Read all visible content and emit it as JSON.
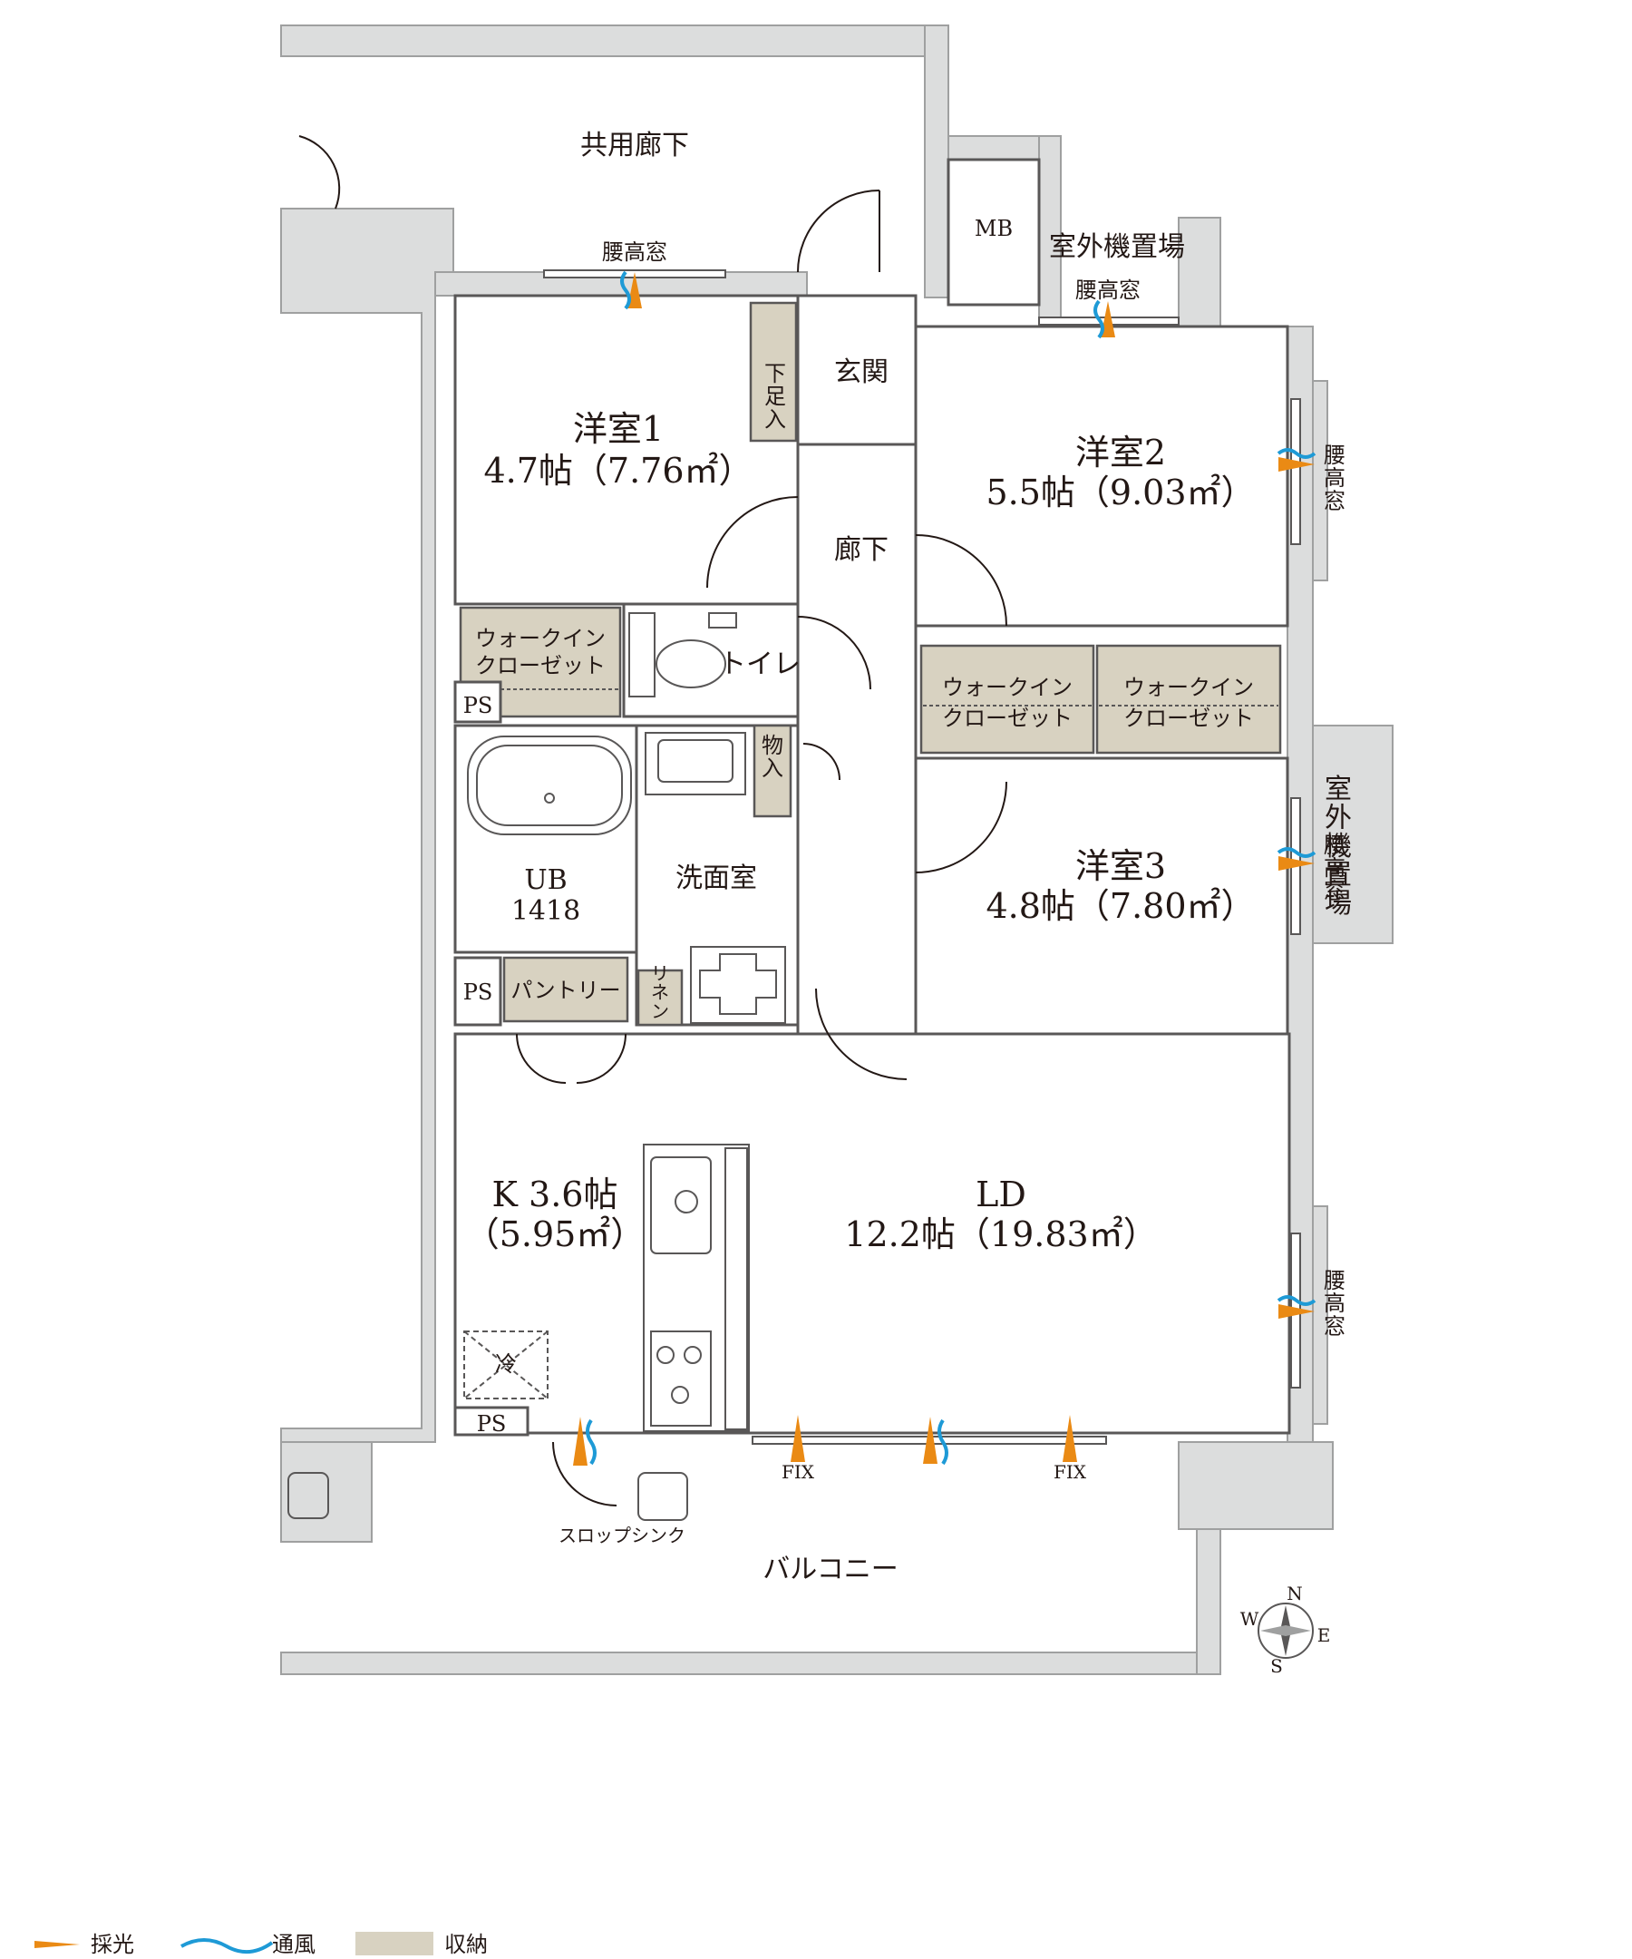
{
  "rooms": {
    "kyoyo_roka": "共用廊下",
    "mb": "MB",
    "shitsugaiki_top": "室外機置場",
    "genkan": "玄関",
    "geta": "下足入",
    "roka": "廊下",
    "yoshitsu1_name": "洋室1",
    "yoshitsu1_size": "4.7帖（7.76㎡）",
    "yoshitsu2_name": "洋室2",
    "yoshitsu2_size": "5.5帖（9.03㎡）",
    "yoshitsu3_name": "洋室3",
    "yoshitsu3_size": "4.8帖（7.80㎡）",
    "wic_line1": "ウォークイン",
    "wic_line2": "クローゼット",
    "toilet": "トイレ",
    "ps": "PS",
    "ub_line1": "UB",
    "ub_line2": "1418",
    "senmen": "洗面室",
    "monoire": "物入",
    "pantry": "パントリー",
    "linen": "リネン",
    "k_name": "K 3.6帖",
    "k_size": "（5.95㎡）",
    "ld_name": "LD",
    "ld_size": "12.2帖（19.83㎡）",
    "rei": "冷",
    "shitsugaiki_right": "室外機置場",
    "fix": "FIX",
    "slop_sink": "スロップシンク",
    "balcony": "バルコニー",
    "koshidaka": "腰高窓"
  },
  "compass": {
    "n": "N",
    "e": "E",
    "s": "S",
    "w": "W"
  },
  "legend": {
    "light": "採光",
    "wind": "通風",
    "storage": "収納"
  },
  "colors": {
    "light": "#ea8a14",
    "wind": "#1e9ad6",
    "storage": "#d8d2c1",
    "wall": "#dcdddd"
  }
}
